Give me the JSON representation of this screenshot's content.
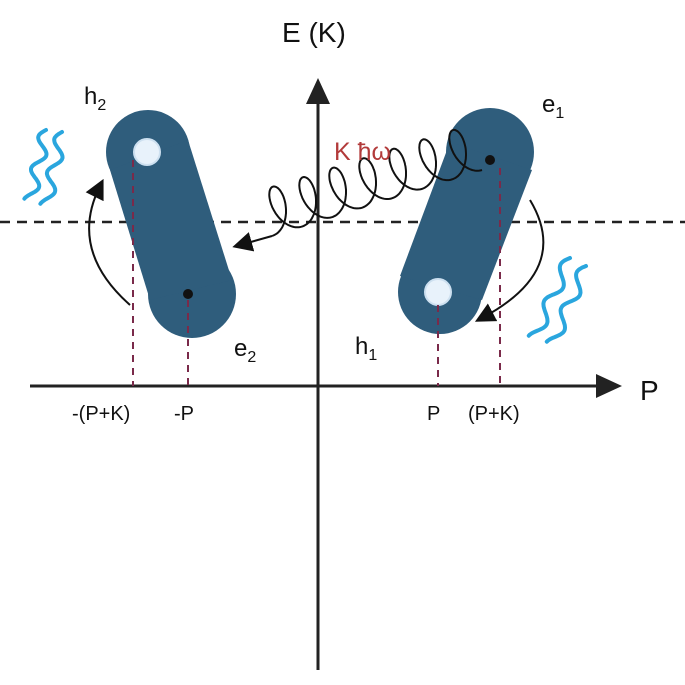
{
  "axes": {
    "y_label": "E (K)",
    "x_label": "P"
  },
  "ticks": [
    "-(P+K)",
    "-P",
    "P",
    "(P+K)"
  ],
  "photon_label": "K ħω",
  "particles": {
    "h2": {
      "base": "h",
      "sub": "2"
    },
    "e2": {
      "base": "e",
      "sub": "2"
    },
    "e1": {
      "base": "e",
      "sub": "1"
    },
    "h1": {
      "base": "h",
      "sub": "1"
    }
  },
  "colors": {
    "lobe": "#2f5d7c",
    "wave": "#2aa6de",
    "guide": "#7a2a4a",
    "photon_text": "#b23a3a"
  }
}
